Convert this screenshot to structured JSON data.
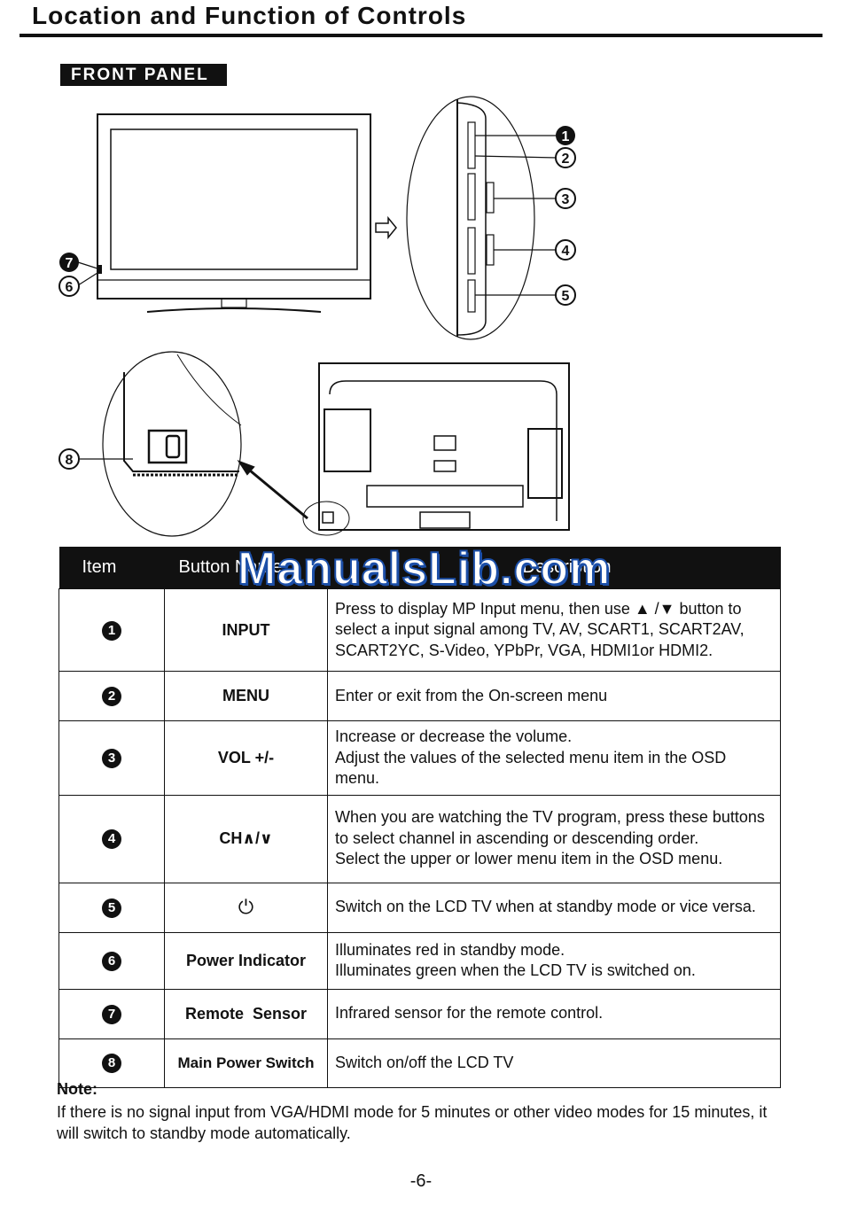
{
  "page": {
    "title": "Location and Function of Controls",
    "section": "FRONT PANEL",
    "watermark": "ManualsLib.com",
    "page_number": "-6-"
  },
  "callouts": [
    "1",
    "2",
    "3",
    "4",
    "5",
    "6",
    "7",
    "8"
  ],
  "table": {
    "headers": {
      "item": "Item",
      "button_name": "Button  Name",
      "description": "Description"
    },
    "rows": [
      {
        "item": "1",
        "name": "INPUT",
        "description": "Press to display MP Input menu, then use ▲ /▼ button to select a input signal among TV, AV,  SCART1, SCART2AV, SCART2YC, S-Video, YPbPr, VGA, HDMI1or HDMI2."
      },
      {
        "item": "2",
        "name": "MENU",
        "description": "Enter or exit from the On-screen menu"
      },
      {
        "item": "3",
        "name": "VOL +/-",
        "description": "Increase or decrease the volume.\nAdjust the values of the selected menu item in the OSD menu."
      },
      {
        "item": "4",
        "name": "CH∧/∨",
        "description": "When you are watching the TV program, press these buttons to select channel in ascending or descending order.\nSelect the upper or lower menu item in the OSD menu."
      },
      {
        "item": "5",
        "name": "⏻",
        "description": "Switch on the LCD TV when at standby mode or vice versa."
      },
      {
        "item": "6",
        "name": "Power Indicator",
        "description": "Illuminates red in standby mode.\nIlluminates green when the LCD TV is switched on."
      },
      {
        "item": "7",
        "name": "Remote  Sensor",
        "description": "Infrared sensor for the remote control."
      },
      {
        "item": "8",
        "name": "Main Power Switch",
        "description": "Switch on/off the LCD TV"
      }
    ]
  },
  "note": {
    "label": "Note",
    "text": "If there is no signal input from VGA/HDMI mode for 5 minutes or other video modes for 15 minutes, it will switch to standby mode automatically."
  }
}
